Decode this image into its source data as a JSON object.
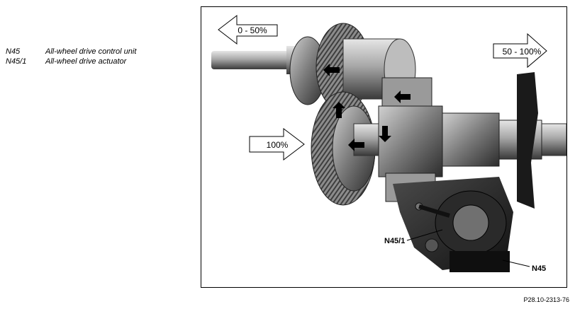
{
  "legend": [
    {
      "code": "N45",
      "description": "All-wheel drive control unit"
    },
    {
      "code": "N45/1",
      "description": "All-wheel drive actuator"
    }
  ],
  "figure": {
    "arrow_left": "0 - 50%",
    "arrow_right": "50 - 100%",
    "arrow_input": "100%",
    "callout_actuator": "N45/1",
    "callout_control_unit": "N45",
    "figure_id": "P28.10-2313-76"
  }
}
